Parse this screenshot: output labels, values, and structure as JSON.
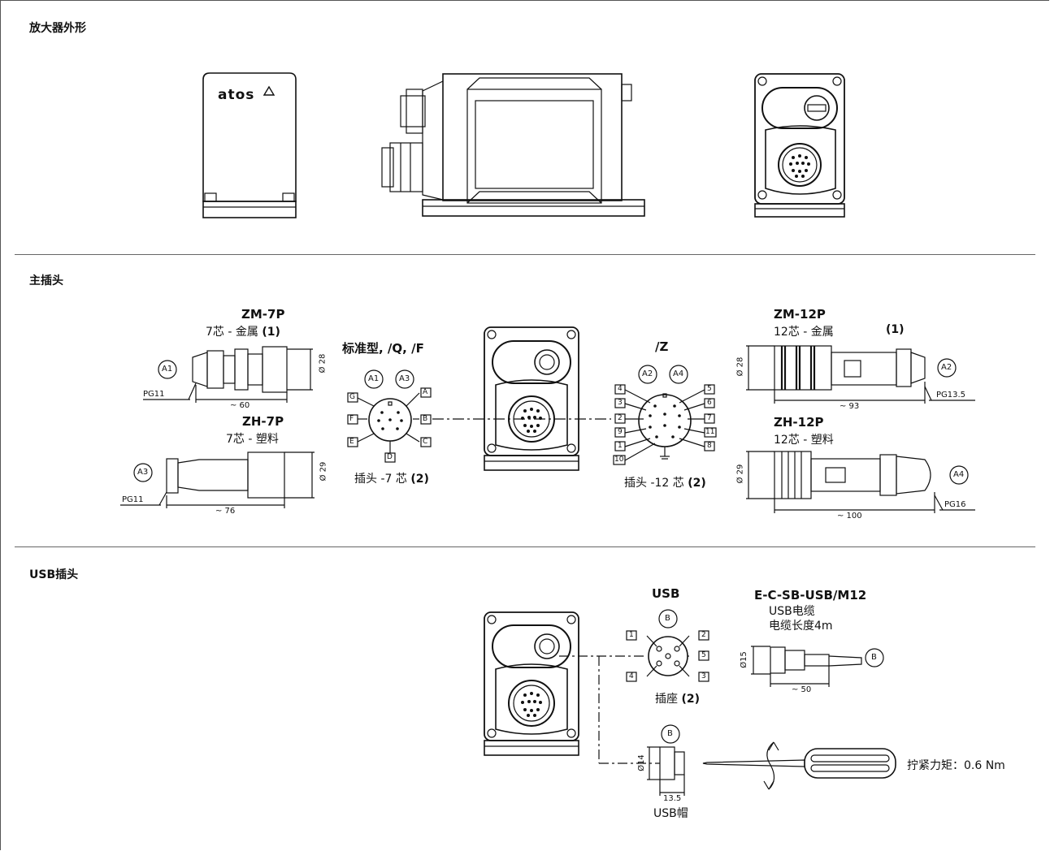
{
  "sections": {
    "amplifier_outline": "放大器外形",
    "main_plug": "主插头",
    "usb_plug": "USB插头"
  },
  "brand": "atos",
  "zm7p": {
    "model": "ZM-7P",
    "desc": "7芯 - 金属",
    "note": "(1)",
    "callout": "A1",
    "thread": "PG11",
    "length": "~ 60",
    "diameter": "Ø 28"
  },
  "zh7p": {
    "model": "ZH-7P",
    "desc": "7芯 - 塑料",
    "callout": "A3",
    "thread": "PG11",
    "length": "~ 76",
    "diameter": "Ø 29"
  },
  "std": {
    "title": "标准型",
    "variants": ", /Q, /F",
    "callouts": [
      "A1",
      "A3"
    ],
    "pins": [
      "A",
      "B",
      "C",
      "D",
      "E",
      "F",
      "G"
    ],
    "caption": "插头 -7 芯",
    "note": "(2)"
  },
  "z12": {
    "title": "/Z",
    "callouts": [
      "A2",
      "A4"
    ],
    "pins_left": [
      "4",
      "3",
      "2",
      "9",
      "1",
      "10"
    ],
    "pins_right": [
      "5",
      "6",
      "7",
      "11",
      "8"
    ],
    "caption": "插头 -12 芯",
    "note": "(2)"
  },
  "zm12p": {
    "model": "ZM-12P",
    "desc": "12芯 - 金属",
    "note": "(1)",
    "callout": "A2",
    "thread": "PG13.5",
    "length": "~ 93",
    "diameter": "Ø 28"
  },
  "zh12p": {
    "model": "ZH-12P",
    "desc": "12芯 - 塑料",
    "callout": "A4",
    "thread": "PG16",
    "length": "~ 100",
    "diameter": "Ø 29"
  },
  "usb": {
    "title": "USB",
    "callout": "B",
    "pins": [
      "1",
      "2",
      "5",
      "4",
      "3"
    ],
    "caption": "插座",
    "note": "(2)",
    "cap_label": "USB帽",
    "cap_diameter": "Ø14",
    "cap_length": "13.5"
  },
  "cable": {
    "model": "E-C-SB-USB/M12",
    "line1": "USB电缆",
    "line2": "电缆长度4m",
    "diameter": "Ø15",
    "length": "~ 50",
    "callout": "B"
  },
  "torque": "拧紧力矩：0.6 Nm"
}
